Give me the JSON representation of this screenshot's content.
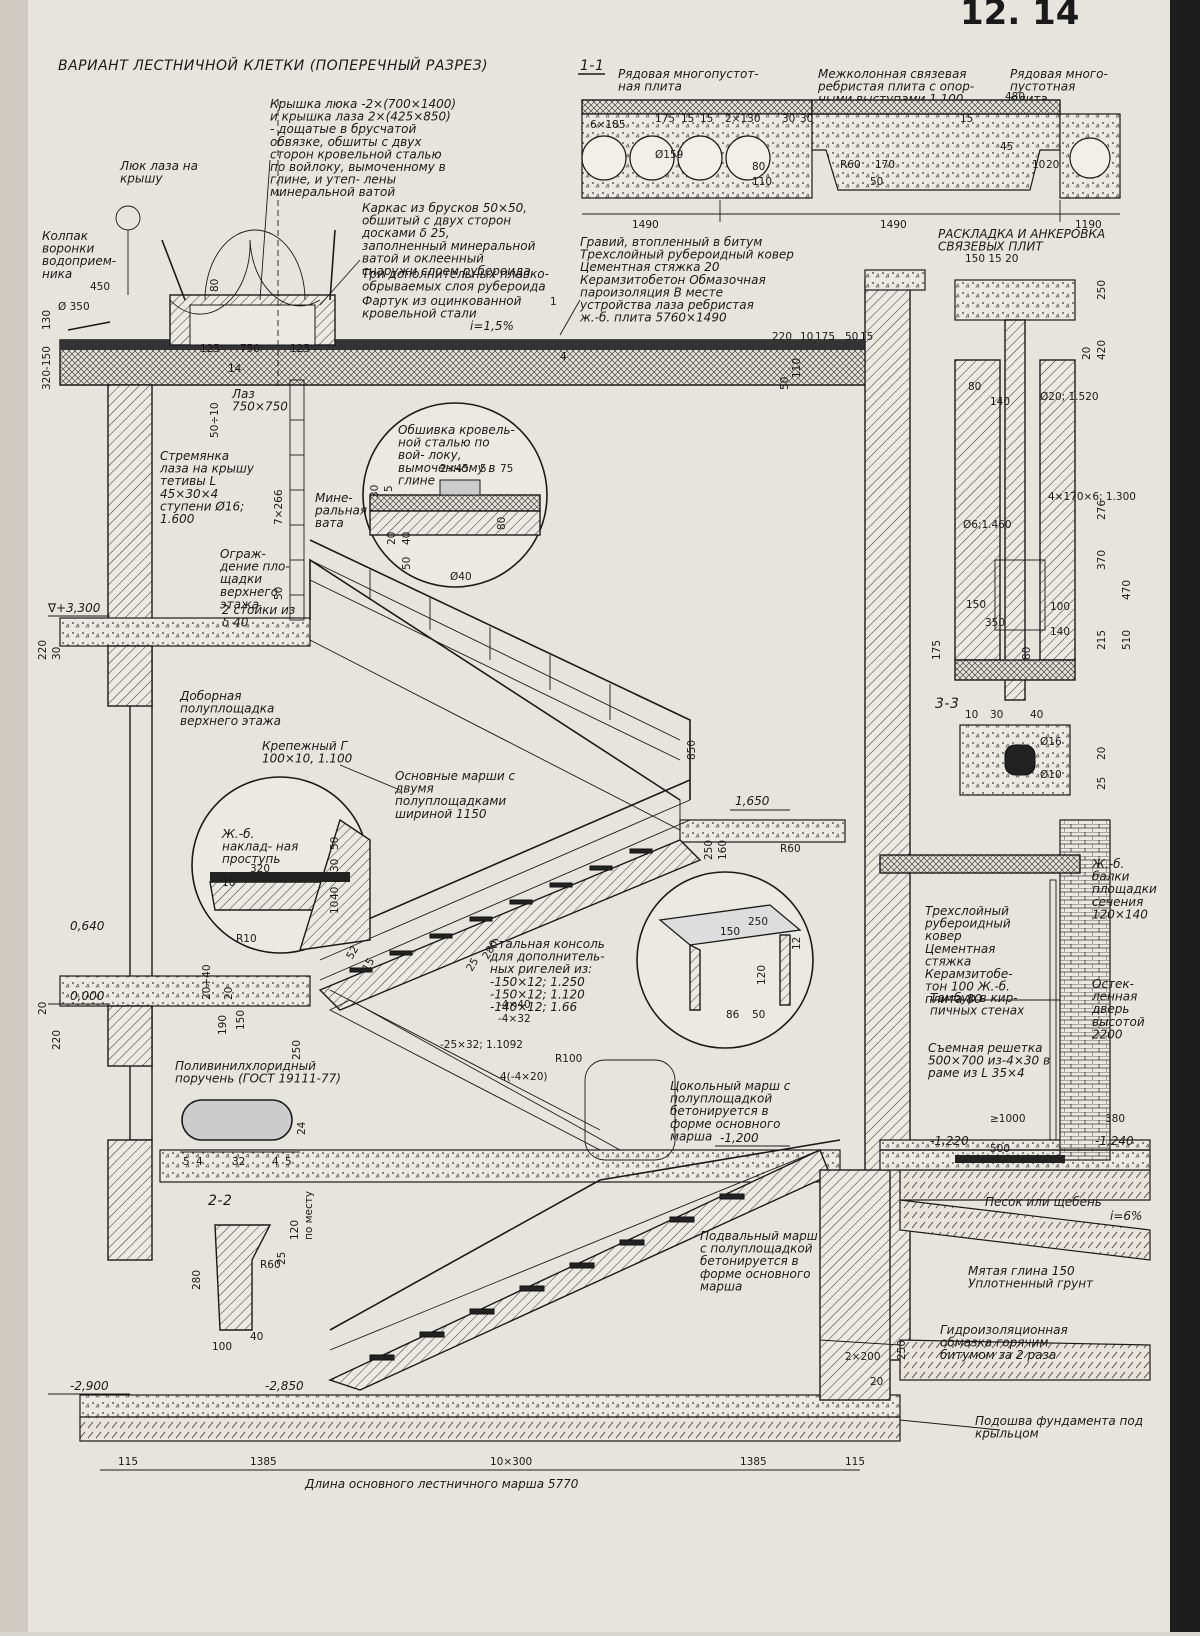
{
  "sheet": {
    "page_number": "12. 14",
    "title": "ВАРИАНТ ЛЕСТНИЧНОЙ КЛЕТКИ (ПОПЕРЕЧНЫЙ РАЗРЕЗ)"
  },
  "section_1_1": {
    "label": "1-1",
    "notes": {
      "row_slab": "Рядовая многопустот- ная плита",
      "tie_slab": "Межколонная связевая ребристая плита с опор- ными выступами 1.100",
      "row_slab_right": "Рядовая много- пустотная плита"
    },
    "dims": [
      "1490",
      "1490",
      "1190",
      "480",
      "R60",
      "170",
      "50",
      "110",
      "80",
      "30",
      "6×185",
      "175",
      "15",
      "15",
      "2×130",
      "30",
      "15",
      "10",
      "20",
      "45",
      "Ø159"
    ]
  },
  "ties_layout": {
    "title": "РАСКЛАДКА И АНКЕРОВКА СВЯЗЕВЫХ ПЛИТ",
    "dims_top": "150 15 20",
    "dims": [
      "250",
      "420",
      "20",
      "80",
      "140",
      "Ø20; 1.520",
      "276",
      "370",
      "470",
      "510",
      "100",
      "140",
      "215",
      "Ø6;1.460",
      "150",
      "350",
      "175",
      "80",
      "4×170×6; 1.300"
    ],
    "section_3_3": "3-3",
    "section_3_3_dims": [
      "10",
      "30",
      "40",
      "Ø16",
      "Ø10",
      "20",
      "25"
    ]
  },
  "roof": {
    "hatch_cover": "Крышка люка -2×(700×1400) и крышка лаза 2×(425×850) - дощатые в брусчатой обвязке, обшиты с двух сторон кровельной сталью по войлоку, вымоченному в глине, и утеп- лены минеральной ватой",
    "roof_hatch": "Люк лаза на крышу",
    "drain_cap": "Колпак воронки водоприем- ника",
    "frame": "Каркас из брусков 50×50, обшитый с двух сторон досками δ 25, заполненный минеральной ватой и оклеенный снаружи слоем рубероида",
    "extra_layers": "Три дополнительных плавко- обрываемых слоя рубероида",
    "apron": "Фартук из оцинкованной кровельной стали",
    "layers": "Гравий, втопленный в битум Трехслойный рубероидный ковер Цементная стяжка 20 Керамзитобетон Обмазочная пароизоляция В месте устройства лаза ребристая ж.-б. плита 5760×1490",
    "slope": "i=1,5%",
    "section_marker": "1",
    "dims": [
      "450",
      "Ø 350",
      "80",
      "125",
      "750",
      "125",
      "14",
      "320-150",
      "130",
      "220",
      "10",
      "175",
      "50",
      "50",
      "110",
      "15",
      "4",
      "50÷10"
    ],
    "hatch_opening": "Лаз 750×750"
  },
  "left_notes": {
    "ladder": "Стремянка лаза на крышу тетивы L 45×30×4 ступени Ø16; 1.600",
    "railing": "Ограж- дение пло- щадки верхнего этажа",
    "posts": "2 стойки из δ 40",
    "dim_7x266": "7×266",
    "dim_50": "50",
    "mark_3300": "∇+3,300",
    "mark_0640": "0,640",
    "mark_0000": "0,000",
    "mark_m2900": "-2,900",
    "mark_m2850": "-2,850",
    "level_dims": [
      "220",
      "30",
      "20",
      "20+40",
      "190",
      "220",
      "150",
      "250",
      "20"
    ],
    "landing_extra": "Доборная полуплощадка верхнего этажа",
    "fastener": "Крепежный Г 100×10, 1.100",
    "main_flights": "Основные марши с двумя полуплощадками шириной 1150",
    "mark_1650": "1,650",
    "dims_mid": [
      "850",
      "250",
      "160",
      "R60",
      "280",
      "25",
      "52",
      "15"
    ],
    "bracket": "Стальная консоль для дополнитель- ных ригелей из: -150×12; 1.250 -150×12; 1.120 -140×12; 1.66",
    "bracket_dims": [
      "-4×40",
      "-4×32",
      "-25×32; 1.1092",
      "4(-4×20)",
      "R100"
    ],
    "handrail": "Поливинилхлоридный поручень (ГОСТ 19111-77)",
    "handrail_dims": [
      "5",
      "4",
      "32",
      "4",
      "5",
      "24"
    ],
    "plinth_flight": "Цокольный марш с полуплощадкой бетонируется в форме основного марша",
    "mark_m1200": "-1,200",
    "section_2_2": "2-2",
    "section_2_2_dims": [
      "280",
      "R60",
      "25",
      "120",
      "по месту",
      "100",
      "40"
    ],
    "basement_flight": "Подвальный марш с полуплощадкой бетонируется в форме основного марша",
    "bottom_dims": [
      "115",
      "1385",
      "10×300",
      "1385",
      "115",
      "2×200",
      "20",
      "250"
    ],
    "bottom_title": "Длина основного лестничного марша 5770"
  },
  "details": {
    "roofing_skin": "Обшивка кровель- ной сталью по вой- локу, вымоченному в глине",
    "skin_dims": [
      "2×45",
      "5",
      "75",
      "30",
      "5",
      "20",
      "40",
      "50",
      "80",
      "Ø40"
    ],
    "mineral": "Мине- ральная вата",
    "tread": "Ж.-б. наклад- ная проступь",
    "tread_dims": [
      "320",
      "10",
      "50",
      "30",
      "40",
      "10",
      "R10"
    ],
    "console": {
      "a": "150",
      "b": "250",
      "c": "120",
      "d": "12",
      "e": "86",
      "f": "50"
    }
  },
  "right_notes": {
    "beams": "Ж.-б. балки площадки сечения 120×140",
    "vestibule_layers": "Трехслойный рубероидный ковер Цементная стяжка Керамзитобе- тон 100 Ж.-б. плита 80",
    "vestibule": "Тамбур в кир- пичных стенах",
    "glazed_door": "Остек- ленная дверь высотой 2200",
    "grate": "Съемная решетка 500×700 из-4×30 в раме из L 35×4",
    "dim_1000": "≥1000",
    "dim_380": "380",
    "mark_m1220": "-1,220",
    "dim_500": "500",
    "mark_m1240": "-1,240",
    "sand": "Песок или щебень",
    "slope": "i=6%",
    "clay": "Мятая глина 150 Уплотненный грунт",
    "waterproof": "Гидроизоляционная обмазка горячим битумом за 2 раза",
    "footing": "Подошва фундамента под крыльцом"
  },
  "colors": {
    "paper": "#d9d6cf",
    "ink": "#1a1a1a"
  }
}
